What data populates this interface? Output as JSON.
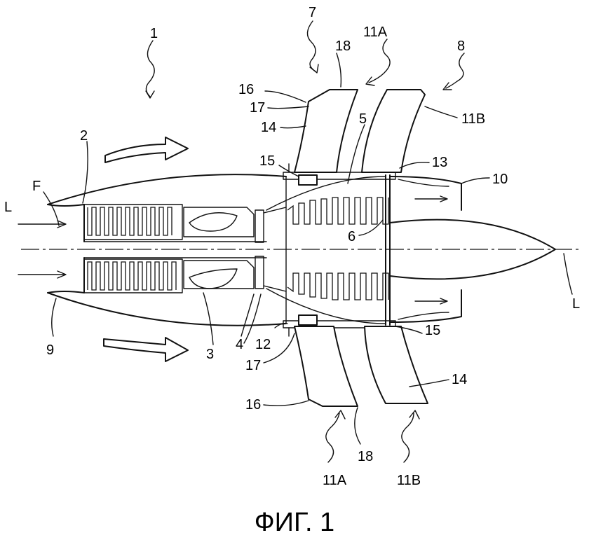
{
  "figure": {
    "caption": "ФИГ. 1",
    "labels": {
      "engine": "1",
      "fan_module": "2",
      "combustor": "3",
      "turbine_stage": "4",
      "power_turbine": "5",
      "rotor": "6",
      "propulsor_front": "7",
      "propulsor_rear": "8",
      "nacelle": "9",
      "exhaust": "10",
      "front_blade_set_top": "11A",
      "front_blade_set_bottom": "11A",
      "rear_blade_set_top": "11B",
      "rear_blade_set_bottom": "11B",
      "hub_lower": "12",
      "hub_upper": "13",
      "blade_top": "14",
      "blade_bottom": "14",
      "root_top": "15",
      "root_bottom": "15",
      "leading_edge_top": "16",
      "leading_edge_bottom": "16",
      "shroud_top": "17",
      "shroud_bottom": "17",
      "tip_top": "18",
      "tip_bottom": "18",
      "airflow": "F",
      "axis_left": "L",
      "axis_right": "L"
    }
  }
}
